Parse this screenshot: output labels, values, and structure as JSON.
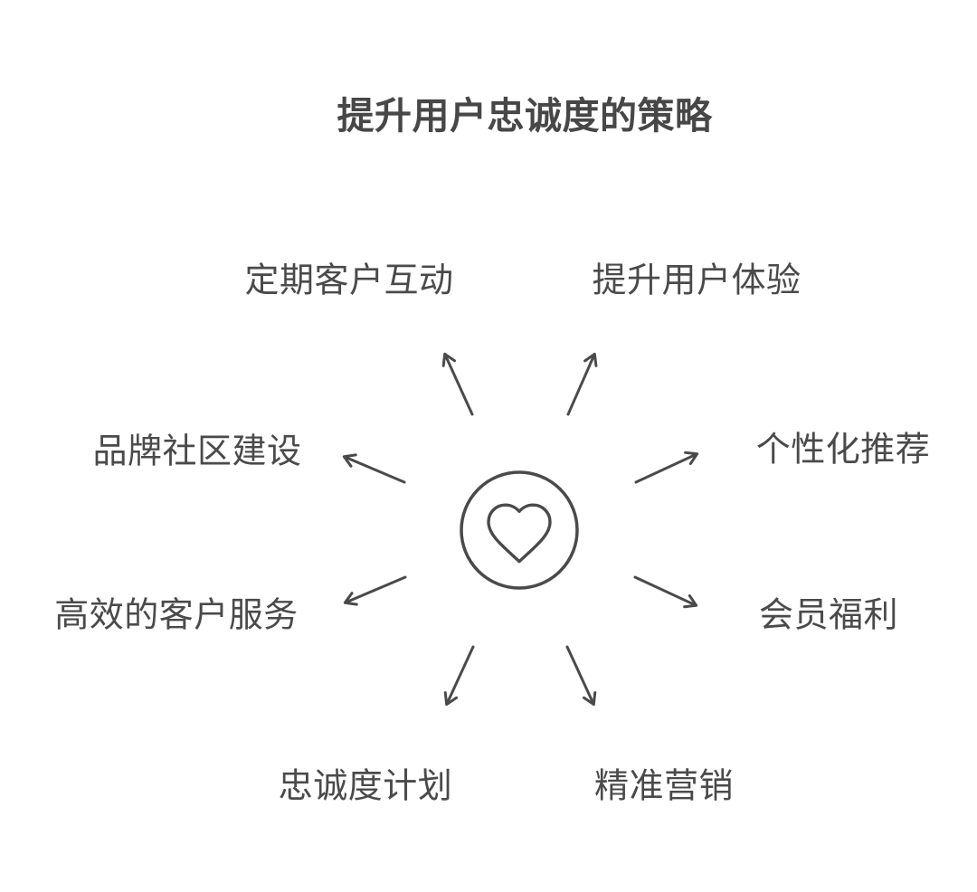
{
  "title": "提升用户忠诚度的策略",
  "center": {
    "icon": "heart-icon",
    "shape": "circle-outline"
  },
  "colors": {
    "background": "#ffffff",
    "text": "#4a4a4a",
    "stroke": "#4a4a4a"
  },
  "nodes": [
    {
      "id": "top-left",
      "label": "定期客户互动"
    },
    {
      "id": "top-right",
      "label": "提升用户体验"
    },
    {
      "id": "mid-left",
      "label": "品牌社区建设"
    },
    {
      "id": "mid-right",
      "label": "个性化推荐"
    },
    {
      "id": "lower-left",
      "label": "高效的客户服务"
    },
    {
      "id": "lower-right",
      "label": "会员福利"
    },
    {
      "id": "bottom-left",
      "label": "忠诚度计划"
    },
    {
      "id": "bottom-right",
      "label": "精准营销"
    }
  ]
}
